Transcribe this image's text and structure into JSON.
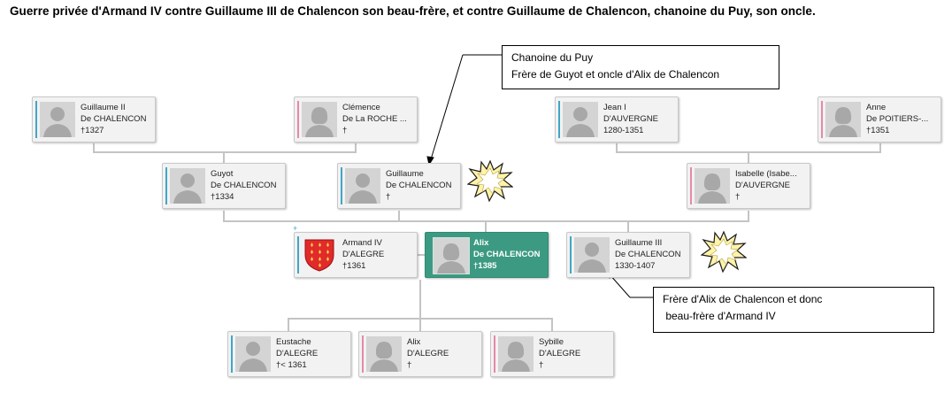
{
  "title": "Guerre privée d'Armand IV contre Guillaume III de Chalencon son beau-frère, et contre Guillaume de Chalencon, chanoine du Puy, son oncle.",
  "colors": {
    "male_bar": "#3fa7c7",
    "female_bar": "#e58aa8",
    "focus": "#3d9a82",
    "card_bg": "#f2f2f2"
  },
  "persons": {
    "guillaume2": {
      "line1": "Guillaume II",
      "line2": "De CHALENCON",
      "line3": "†1327"
    },
    "clemence": {
      "line1": "Clémence",
      "line2": "De La ROCHE ...",
      "line3": "†"
    },
    "jean1": {
      "line1": "Jean I",
      "line2": "D'AUVERGNE",
      "line3": "1280-1351"
    },
    "anne": {
      "line1": "Anne",
      "line2": "De POITIERS-...",
      "line3": "†1351"
    },
    "guyot": {
      "line1": "Guyot",
      "line2": "De CHALENCON",
      "line3": "†1334"
    },
    "guillaume_chanoine": {
      "line1": "Guillaume",
      "line2": "De CHALENCON",
      "line3": "†"
    },
    "isabelle": {
      "line1": "Isabelle (Isabe...",
      "line2": "D'AUVERGNE",
      "line3": "†"
    },
    "armand4": {
      "line1": "Armand IV",
      "line2": "D'ALEGRE",
      "line3": "†1361"
    },
    "alix_focus": {
      "line1": "Alix",
      "line2": "De CHALENCON",
      "line3": "†1385"
    },
    "guillaume3": {
      "line1": "Guillaume III",
      "line2": "De CHALENCON",
      "line3": "1330-1407"
    },
    "eustache": {
      "line1": "Eustache",
      "line2": "D'ALEGRE",
      "line3": "†< 1361"
    },
    "alix_child": {
      "line1": "Alix",
      "line2": "D'ALEGRE",
      "line3": "†"
    },
    "sybille": {
      "line1": "Sybille",
      "line2": "D'ALEGRE",
      "line3": "†"
    }
  },
  "callouts": {
    "chanoine": {
      "line1": "Chanoine du Puy",
      "line2": "Frère de Guyot et oncle d'Alix de Chalencon"
    },
    "frere": {
      "line1": "Frère d'Alix de Chalencon et donc",
      "line2": " beau-frère d'Armand IV"
    }
  },
  "expand_marker": "+"
}
